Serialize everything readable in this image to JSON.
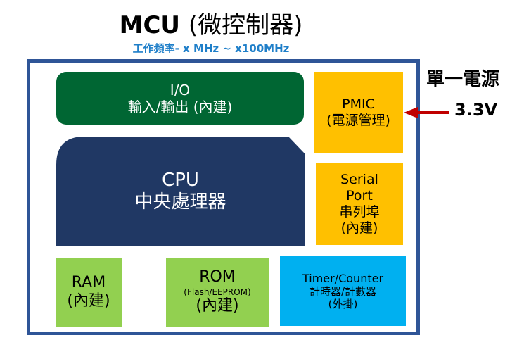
{
  "header": {
    "title_en": "MCU ",
    "title_cn": "(微控制器)",
    "subtitle": "工作頻率- x MHz ~ x100MHz"
  },
  "blocks": {
    "io": {
      "line1": "I/O",
      "line2": "輸入/輸出 (內建)"
    },
    "cpu": {
      "line1": "CPU",
      "line2": "中央處理器"
    },
    "pmic": {
      "line1": "PMIC",
      "line2": "(電源管理)"
    },
    "serial": {
      "line1": "Serial",
      "line2": "Port",
      "line3": "串列埠",
      "line4": "(內建)"
    },
    "ram": {
      "line1": "RAM",
      "line2": "(內建)"
    },
    "rom": {
      "line1": "ROM",
      "line2": "(Flash/EEPROM)",
      "line3": "(內建)"
    },
    "timer": {
      "line1": "Timer/Counter",
      "line2": "計時器/計數器",
      "line3": "(外掛)"
    }
  },
  "power": {
    "label": "單一電源",
    "voltage": "3.3V"
  },
  "colors": {
    "border": "#2F5597",
    "io": "#006633",
    "cpu": "#203864",
    "pmic_serial": "#FFC000",
    "ram_rom": "#92D050",
    "timer": "#00B0F0",
    "arrow": "#C00000",
    "subtitle": "#1F7FC9"
  }
}
